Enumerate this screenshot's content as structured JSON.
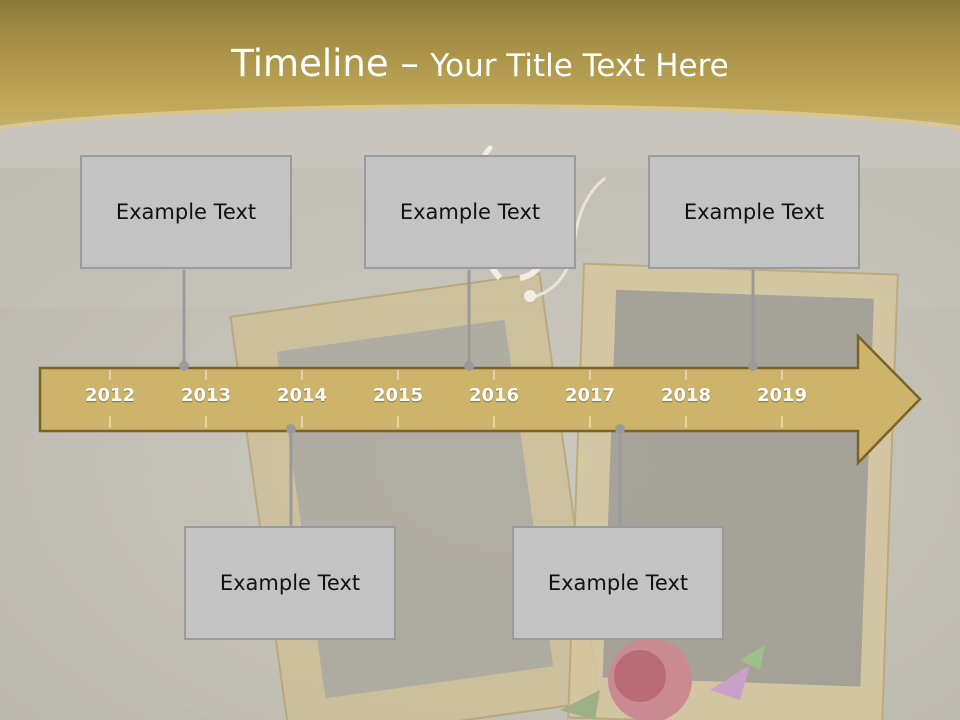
{
  "title": {
    "main": "Timeline –",
    "sub": "Your Title Text Here"
  },
  "timeline": {
    "years": [
      "2012",
      "2013",
      "2014",
      "2015",
      "2016",
      "2017",
      "2018",
      "2019"
    ],
    "arrow_color": "#cdb46a",
    "arrow_border": "#7a6324"
  },
  "boxes": [
    {
      "text": "Example Text",
      "year": "2013"
    },
    {
      "text": "Example Text",
      "year": "2016"
    },
    {
      "text": "Example Text",
      "year": "2019"
    },
    {
      "text": "Example Text",
      "year": "2014"
    },
    {
      "text": "Example Text",
      "year": "2017"
    }
  ],
  "colors": {
    "box_fill": "#c3c3c3",
    "box_border": "#9a9a9a",
    "connector": "#9a9a9a",
    "header": "#a58f45"
  }
}
